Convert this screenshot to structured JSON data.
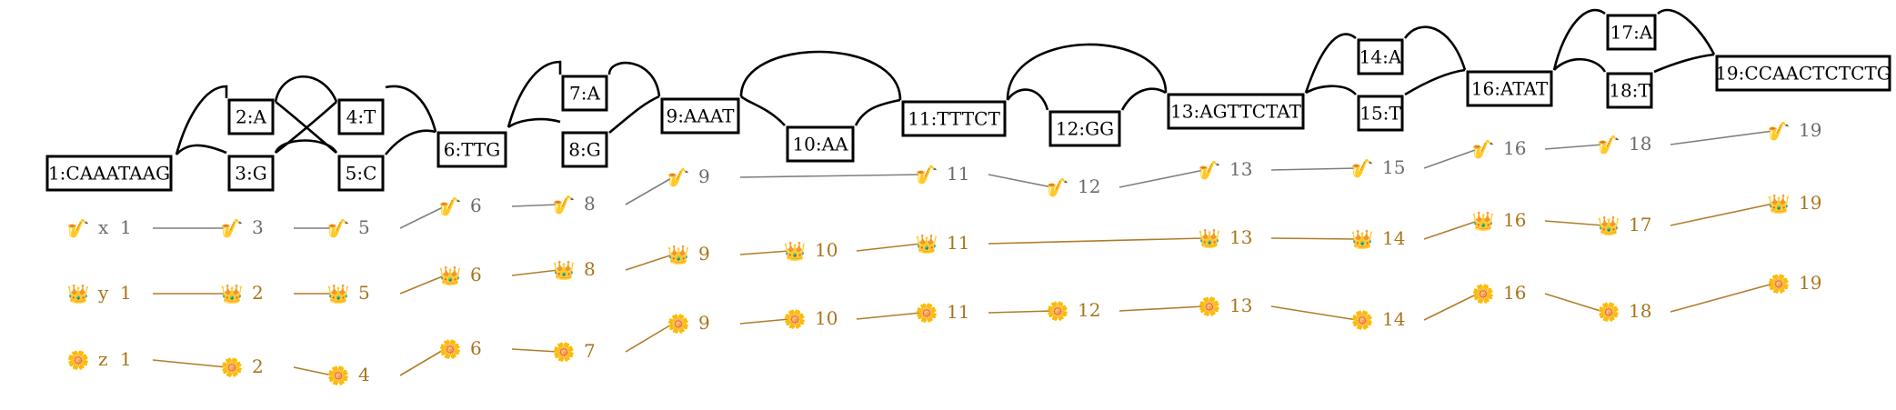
{
  "graph": {
    "nodes": [
      {
        "id": 1,
        "label": "1:CAAATAAG"
      },
      {
        "id": 2,
        "label": "2:A"
      },
      {
        "id": 3,
        "label": "3:G"
      },
      {
        "id": 4,
        "label": "4:T"
      },
      {
        "id": 5,
        "label": "5:C"
      },
      {
        "id": 6,
        "label": "6:TTG"
      },
      {
        "id": 7,
        "label": "7:A"
      },
      {
        "id": 8,
        "label": "8:G"
      },
      {
        "id": 9,
        "label": "9:AAAT"
      },
      {
        "id": 10,
        "label": "10:AA"
      },
      {
        "id": 11,
        "label": "11:TTTCT"
      },
      {
        "id": 12,
        "label": "12:GG"
      },
      {
        "id": 13,
        "label": "13:AGTTCTAT"
      },
      {
        "id": 14,
        "label": "14:A"
      },
      {
        "id": 15,
        "label": "15:T"
      },
      {
        "id": 16,
        "label": "16:ATAT"
      },
      {
        "id": 17,
        "label": "17:A"
      },
      {
        "id": 18,
        "label": "18:T"
      },
      {
        "id": 19,
        "label": "19:CCAACTCTCTG"
      }
    ],
    "edges": [
      [
        1,
        2
      ],
      [
        1,
        3
      ],
      [
        2,
        4
      ],
      [
        2,
        5
      ],
      [
        3,
        4
      ],
      [
        3,
        5
      ],
      [
        4,
        6
      ],
      [
        5,
        6
      ],
      [
        6,
        7
      ],
      [
        6,
        8
      ],
      [
        7,
        9
      ],
      [
        8,
        9
      ],
      [
        9,
        10
      ],
      [
        9,
        11
      ],
      [
        10,
        11
      ],
      [
        11,
        12
      ],
      [
        11,
        13
      ],
      [
        12,
        13
      ],
      [
        13,
        14
      ],
      [
        13,
        15
      ],
      [
        14,
        16
      ],
      [
        15,
        16
      ],
      [
        16,
        17
      ],
      [
        16,
        18
      ],
      [
        17,
        19
      ],
      [
        18,
        19
      ]
    ]
  },
  "paths": [
    {
      "name": "x",
      "icon": "🎷",
      "icon_name": "saxophone-icon",
      "line_color": "#7f7f7f",
      "label_color": "#6b6b6b",
      "steps": [
        1,
        3,
        5,
        6,
        8,
        9,
        11,
        12,
        13,
        15,
        16,
        18,
        19
      ]
    },
    {
      "name": "y",
      "icon": "👑",
      "icon_name": "crown-icon",
      "line_color": "#b07d2b",
      "label_color": "#a9741a",
      "steps": [
        1,
        2,
        5,
        6,
        8,
        9,
        10,
        11,
        13,
        14,
        16,
        17,
        19
      ]
    },
    {
      "name": "z",
      "icon": "🌼",
      "icon_name": "flower-icon",
      "line_color": "#b07d2b",
      "label_color": "#a9741a",
      "steps": [
        1,
        2,
        4,
        6,
        7,
        9,
        10,
        11,
        12,
        13,
        14,
        16,
        18,
        19
      ]
    }
  ]
}
